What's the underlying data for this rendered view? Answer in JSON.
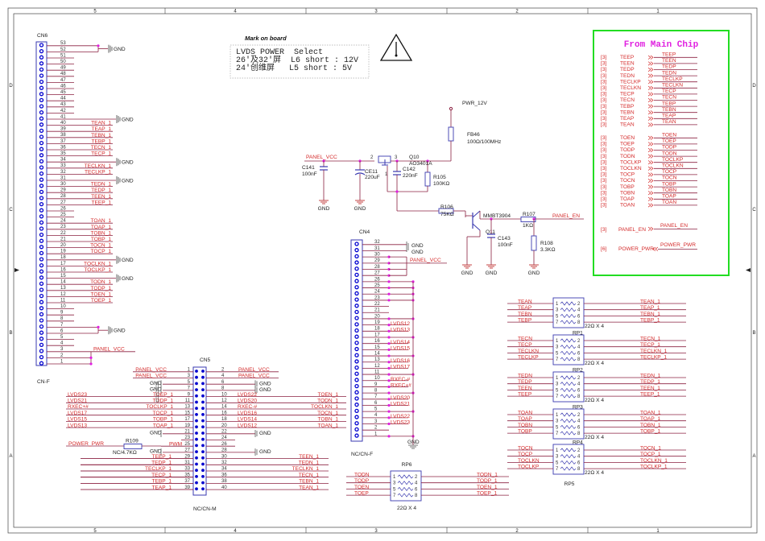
{
  "colors": {
    "wire": "#8b2040",
    "net_text": "#d42a2a",
    "part": "#3a3ab0",
    "pin_dot": "#0000d0",
    "junction": "#e020e0",
    "highlight_box": "#22dd22"
  },
  "frame": {
    "columns": [
      "5",
      "4",
      "3",
      "2",
      "1"
    ],
    "rows": [
      "D",
      "C",
      "B",
      "A"
    ]
  },
  "note": {
    "title": "Mark on board",
    "lines": [
      "LVDS POWER  Select",
      "26'及32'屏  L6 short : 12V",
      "24'创维屏   L5 short : 5V"
    ],
    "warning_icon": "warning-triangle-icon"
  },
  "labels": {
    "gnd": "GND",
    "panel_vcc": "PANEL_VCC",
    "pwr_12v": "PWR_12V",
    "panel_en": "PANEL_EN",
    "power_pwr": "POWER_PWR"
  },
  "cn6": {
    "ref": "CN6",
    "footer": "CN-F",
    "signals": {
      "40": "TEAN_1",
      "39": "TEAP_1",
      "38": "TEBN_1",
      "37": "TEBP_1",
      "36": "TECN_1",
      "35": "TECP_1",
      "33": "TECLKN_1",
      "32": "TECLKP_1",
      "30": "TEDN_1",
      "29": "TEDP_1",
      "28": "TEEN_1",
      "27": "TEEP_1",
      "24": "TOAN_1",
      "23": "TOAP_1",
      "22": "TOBN_1",
      "21": "TOBP_1",
      "20": "TOCN_1",
      "19": "TOCP_1",
      "17": "TOCLKN_1",
      "16": "TOCLKP_1",
      "14": "TODN_1",
      "13": "TODP_1",
      "12": "TOEN_1",
      "11": "TOEP_1"
    },
    "gnd_groups": [
      [
        53,
        52
      ],
      [
        41
      ],
      [
        34
      ],
      [
        31
      ],
      [
        18
      ],
      [
        15
      ],
      [
        7,
        6
      ]
    ],
    "vcc_pins": [
      3,
      2,
      1
    ]
  },
  "cn5": {
    "ref": "CN5",
    "footer": "NC/CN-M",
    "odd": [
      {
        "n": 1,
        "label": "PANEL_VCC"
      },
      {
        "n": 3,
        "label": "PANEL_VCC"
      },
      {
        "n": 5,
        "label": "GND"
      },
      {
        "n": 7,
        "label": "GND"
      },
      {
        "n": 9,
        "label": "TOEP_1",
        "outer": "LVDS23"
      },
      {
        "n": 11,
        "label": "TODP_1",
        "outer": "LVDS21"
      },
      {
        "n": 13,
        "label": "TOCLKP_1",
        "outer": "RXEC+#"
      },
      {
        "n": 15,
        "label": "TOCP_1",
        "outer": "LVDS17"
      },
      {
        "n": 17,
        "label": "TOBP_1",
        "outer": "LVDS15"
      },
      {
        "n": 19,
        "label": "TOAP_1",
        "outer": "LVDS13"
      },
      {
        "n": 21,
        "label": "GND"
      },
      {
        "n": 23
      },
      {
        "n": 25,
        "label": "PWM",
        "outer": "POWER_PWR"
      },
      {
        "n": 27,
        "label": "GND"
      },
      {
        "n": 29,
        "label": "TEEP_1"
      },
      {
        "n": 31,
        "label": "TEDP_1"
      },
      {
        "n": 33,
        "label": "TECLKP_1"
      },
      {
        "n": 35,
        "label": "TECP_1"
      },
      {
        "n": 37,
        "label": "TEBP_1"
      },
      {
        "n": 39,
        "label": "TEAP_1"
      }
    ],
    "even": [
      {
        "n": 2,
        "label": "PANEL_VCC"
      },
      {
        "n": 4,
        "label": "PANEL_VCC"
      },
      {
        "n": 6,
        "label": "GND"
      },
      {
        "n": 8,
        "label": "GND"
      },
      {
        "n": 10,
        "label": "LVDS22",
        "outer": "TOEN_1"
      },
      {
        "n": 12,
        "label": "LVDS20",
        "outer": "TODN_1"
      },
      {
        "n": 14,
        "label": "RXEC-#",
        "outer": "TOCLKN_1"
      },
      {
        "n": 16,
        "label": "LVDS16",
        "outer": "TOCN_1"
      },
      {
        "n": 18,
        "label": "LVDS14",
        "outer": "TOBN_1"
      },
      {
        "n": 20,
        "label": "LVDS12",
        "outer": "TOAN_1"
      },
      {
        "n": 22,
        "label": "GND"
      },
      {
        "n": 24
      },
      {
        "n": 26
      },
      {
        "n": 28,
        "label": "GND"
      },
      {
        "n": 30,
        "outer": "TEEN_1"
      },
      {
        "n": 32,
        "outer": "TEDN_1"
      },
      {
        "n": 34,
        "outer": "TECLKN_1"
      },
      {
        "n": 36,
        "outer": "TECN_1"
      },
      {
        "n": 38,
        "outer": "TEBN_1"
      },
      {
        "n": 40,
        "outer": "TEAN_1"
      }
    ],
    "r109": {
      "ref": "R109",
      "value": "NC/4.7KΩ"
    }
  },
  "cn4": {
    "ref": "CN4",
    "footer": "NC/CN-F",
    "signals": {
      "19": "LVDS12",
      "18": "LVDS13",
      "16": "LVDS14",
      "15": "LVDS15",
      "13": "LVDS16",
      "12": "LVDS17",
      "10": "RXEC-#",
      "9": "RXEC+#",
      "7": "LVDS20",
      "6": "LVDS21",
      "4": "LVDS22",
      "3": "LVDS23"
    },
    "gnd_pins": [
      32,
      31
    ],
    "vcc_pins": [
      30,
      29,
      28,
      27
    ],
    "gnd_bus_pins": [
      26,
      25,
      24,
      23,
      20,
      17,
      14,
      11,
      8,
      5,
      1
    ]
  },
  "power": {
    "c141": {
      "ref": "C141",
      "value": "100nF"
    },
    "ce11": {
      "ref": "CE11",
      "value": "220uF"
    },
    "q10": {
      "ref": "Q10",
      "value": "AO3401A",
      "pins": [
        "2",
        "3",
        "1"
      ]
    },
    "c142": {
      "ref": "C142",
      "value": "220nF"
    },
    "r105": {
      "ref": "R105",
      "value": "100KΩ"
    },
    "fb46": {
      "ref": "FB46",
      "value": "100Ω/100MHz"
    },
    "r106": {
      "ref": "R106",
      "value": "75KΩ"
    },
    "q11": {
      "ref": "Q11",
      "value": "MMBT3904"
    },
    "c143": {
      "ref": "C143",
      "value": "100nF"
    },
    "r107": {
      "ref": "R107",
      "value": "1KΩ"
    },
    "r108": {
      "ref": "R108",
      "value": "3.3KΩ"
    }
  },
  "main_chip": {
    "title": "From Main Chip",
    "sheet_ref": "[3]",
    "te": [
      "TEEP",
      "TEEN",
      "TEDP",
      "TEDN",
      "TECLKP",
      "TECLKN",
      "TECP",
      "TECN",
      "TEBP",
      "TEBN",
      "TEAP",
      "TEAN"
    ],
    "to": [
      "TOEN",
      "TOEP",
      "TODP",
      "TODN",
      "TOCLKP",
      "TOCLKN",
      "TOCP",
      "TOCN",
      "TOBP",
      "TOBN",
      "TOAP",
      "TOAN"
    ],
    "panel_en_ref": "[3]",
    "power_pwr_ref": "[6]"
  },
  "resistor_packs": [
    {
      "above": "",
      "below": "",
      "value": "22Ω X 4",
      "left": [
        "TEAN",
        "TEAP",
        "TEBN",
        "TEBP"
      ],
      "right": [
        "TEAN_1",
        "TEAP_1",
        "TEBN_1",
        "TEBP_1"
      ]
    },
    {
      "above": "RP1",
      "below": "",
      "value": "22Ω X 4",
      "left": [
        "TECN",
        "TECP",
        "TECLKN",
        "TECLKP"
      ],
      "right": [
        "TECN_1",
        "TECP_1",
        "TECLKN_1",
        "TECLKP_1"
      ]
    },
    {
      "above": "RP2",
      "below": "",
      "value": "22Ω X 4",
      "left": [
        "TEDN",
        "TEDP",
        "TEEN",
        "TEEP"
      ],
      "right": [
        "TEDN_1",
        "TEDP_1",
        "TEEN_1",
        "TEEP_1"
      ]
    },
    {
      "above": "RP3",
      "below": "",
      "value": "22Ω X 4",
      "left": [
        "TOAN",
        "TOAP",
        "TOBN",
        "TOBP"
      ],
      "right": [
        "TOAN_1",
        "TOAP_1",
        "TOBN_1",
        "TOBP_1"
      ]
    },
    {
      "above": "RP4",
      "below": "RP5",
      "value": "22Ω X 4",
      "left": [
        "TOCN",
        "TOCP",
        "TOCLKN",
        "TOCLKP"
      ],
      "right": [
        "TOCN_1",
        "TOCP_1",
        "TOCLKN_1",
        "TOCLKP_1"
      ]
    },
    {
      "above": "RP6",
      "below": "",
      "value": "22Ω X 4",
      "left": [
        "TODN",
        "TODP",
        "TOEN",
        "TOEP"
      ],
      "right": [
        "TODN_1",
        "TODP_1",
        "TOEN_1",
        "TOEP_1"
      ]
    }
  ],
  "pack_pins": [
    "1",
    "2",
    "3",
    "4",
    "5",
    "6",
    "7",
    "8"
  ]
}
